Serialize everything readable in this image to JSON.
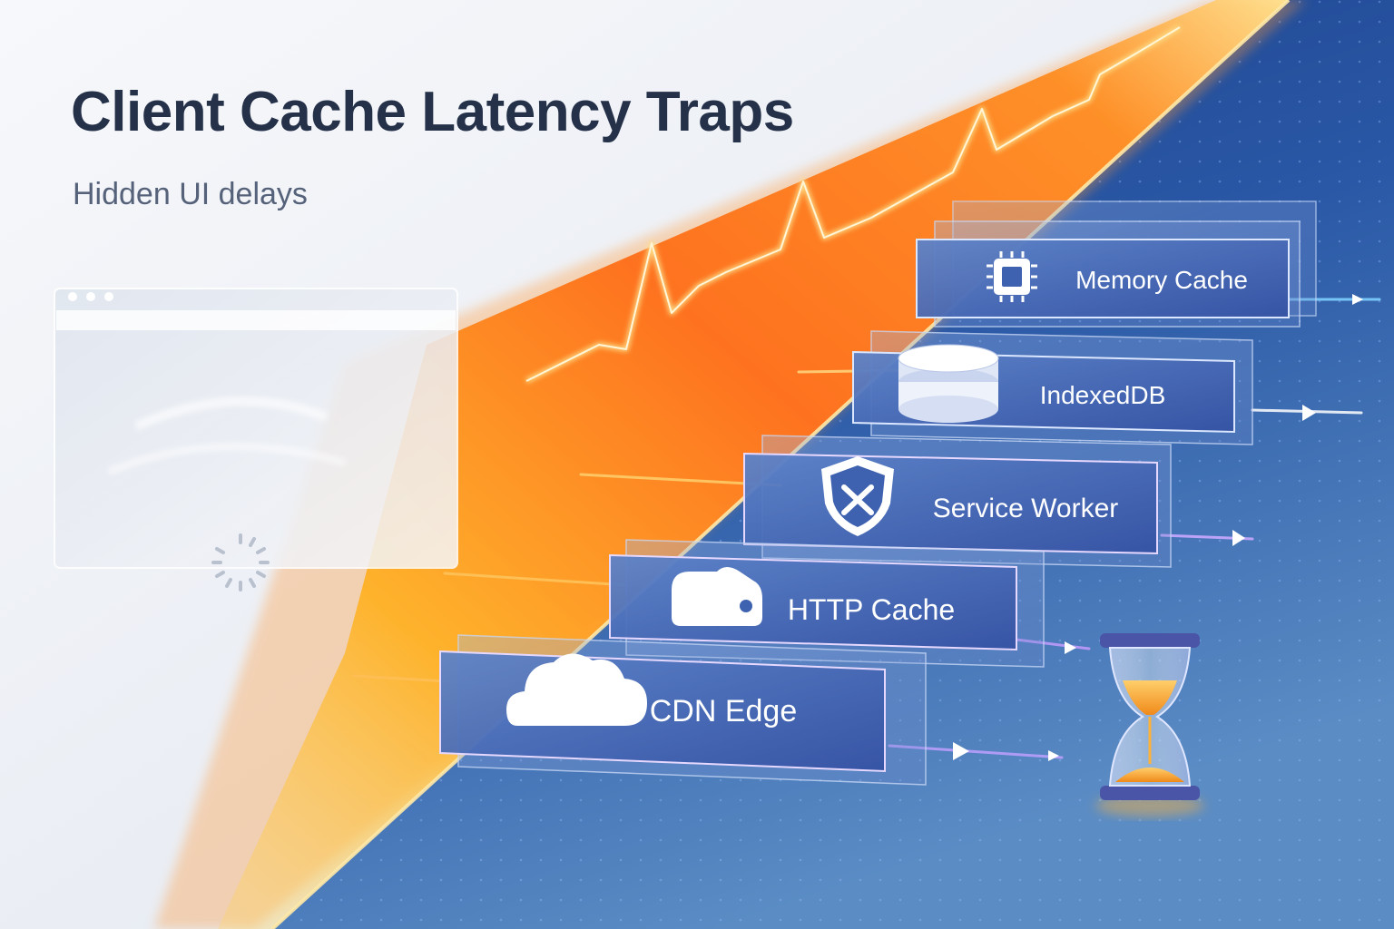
{
  "header": {
    "title": "Client Cache Latency Traps",
    "subtitle": "Hidden UI delays"
  },
  "layers": [
    {
      "label": "Memory Cache",
      "icon": "chip-icon"
    },
    {
      "label": "IndexedDB",
      "icon": "database-icon"
    },
    {
      "label": "Service Worker",
      "icon": "shield-tools-icon"
    },
    {
      "label": "HTTP Cache",
      "icon": "http-badge-icon"
    },
    {
      "label": "CDN Edge",
      "icon": "cloud-icon"
    }
  ],
  "colors": {
    "title": "#243149",
    "subtitle": "#56627a",
    "latency_beam": "#ff7a1a",
    "panel_bg": "#3f62b0",
    "background_dark": "#1f3f8a"
  }
}
